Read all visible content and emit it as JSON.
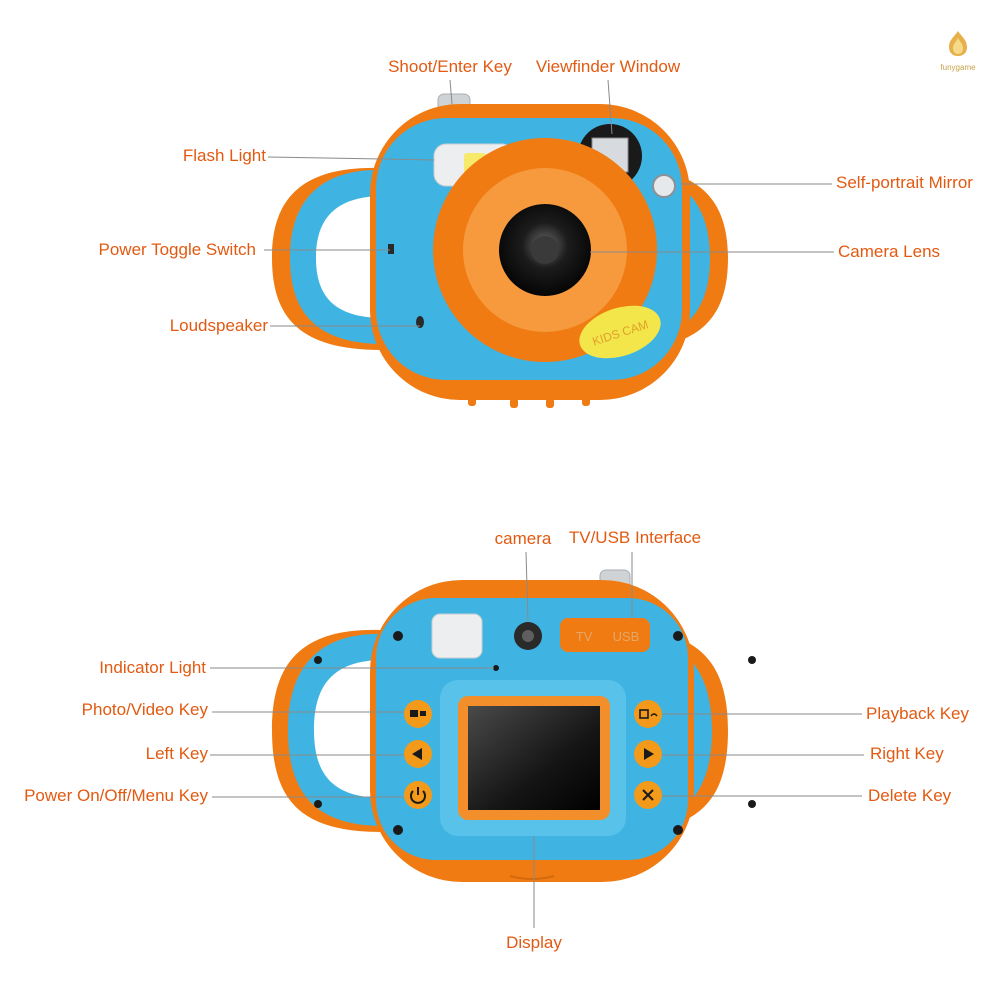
{
  "brand": {
    "name": "funygame",
    "color": "#d9a13a"
  },
  "colors": {
    "label": "#e25a12",
    "body_blue": "#3fb4e2",
    "body_orange": "#f07b12",
    "leader": "#8a8a8a"
  },
  "front": {
    "badge": "KIDS CAM",
    "labels": {
      "shoot_enter_key": "Shoot/Enter Key",
      "viewfinder_window": "Viewfinder Window",
      "flash_light": "Flash Light",
      "self_portrait_mirror": "Self-portrait Mirror",
      "power_toggle_switch": "Power Toggle Switch",
      "camera_lens": "Camera Lens",
      "loudspeaker": "Loudspeaker"
    }
  },
  "back": {
    "port_text_tv": "TV",
    "port_text_usb": "USB",
    "labels": {
      "camera": "camera",
      "tv_usb_interface": "TV/USB Interface",
      "indicator_light": "Indicator Light",
      "photo_video_key": "Photo/Video Key",
      "left_key": "Left Key",
      "power_menu_key": "Power On/Off/Menu Key",
      "playback_key": "Playback Key",
      "right_key": "Right Key",
      "delete_key": "Delete Key",
      "display": "Display"
    }
  }
}
